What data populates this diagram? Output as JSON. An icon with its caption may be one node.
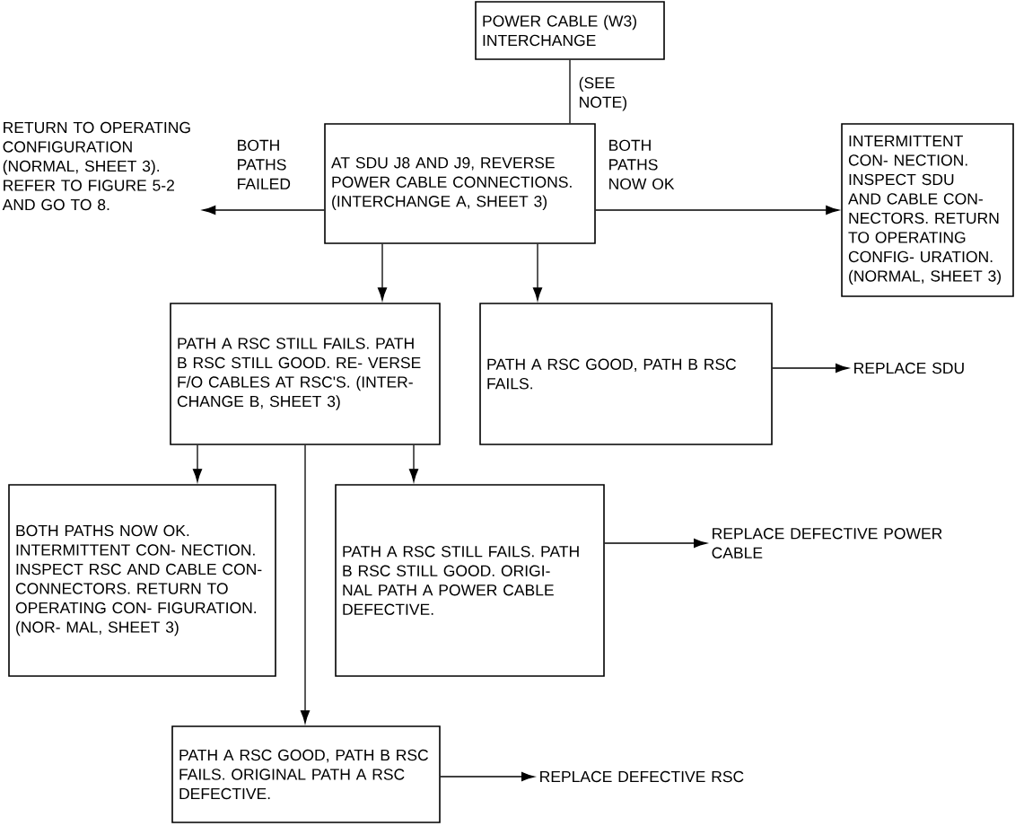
{
  "diagram": {
    "nodes": [
      {
        "text": [
          "POWER CABLE (W3) INTERCHANGE"
        ]
      },
      {
        "text": [
          "RETURN TO OPERATING CONFIGURATION (NORMAL, SHEET 3). REFER TO FIGURE 5-2 AND GO TO 8."
        ]
      },
      {
        "text": [
          "AT SDU J8 AND J9, REVERSE POWER CABLE CONNECTIONS. (INTERCHANGE A, SHEET 3)"
        ]
      },
      {
        "text": [
          "INTERMITTENT CON- NECTION. INSPECT SDU AND CABLE CON- NECTORS. RETURN TO OPERATING CONFIG- URATION. (NORMAL, SHEET 3)"
        ]
      },
      {
        "text": [
          "PATH A RSC STILL FAILS. PATH B RSC STILL GOOD. RE- VERSE F/O CABLES AT RSC'S. (INTER- CHANGE B, SHEET 3)"
        ]
      },
      {
        "text": [
          "PATH A RSC GOOD, PATH B RSC FAILS."
        ]
      },
      {
        "text": [
          "REPLACE SDU"
        ]
      },
      {
        "text": [
          "BOTH PATHS NOW OK. INTERMITTENT CON- NECTION. INSPECT RSC AND CABLE CON- CONNECTORS. RETURN TO OPERATING CON- FIGURATION. (NOR- MAL, SHEET 3)"
        ]
      },
      {
        "text": [
          "PATH A RSC STILL FAILS. PATH B RSC STILL GOOD. ORIGI- NAL PATH A POWER CABLE DEFECTIVE."
        ]
      },
      {
        "text": [
          "REPLACE DEFECTIVE POWER CABLE"
        ]
      },
      {
        "text": [
          "PATH A RSC GOOD, PATH B RSC FAILS. ORIGINAL PATH A RSC DEFECTIVE."
        ]
      },
      {
        "text": [
          "REPLACE DEFECTIVE RSC"
        ]
      }
    ],
    "edges": [
      {
        "from": 0,
        "to": 2,
        "arrow": "none",
        "label": "(SEE NOTE)"
      },
      {
        "from": 2,
        "to": 1,
        "arrow": "to",
        "label": "BOTH PATHS FAILED"
      },
      {
        "from": 2,
        "to": 3,
        "arrow": "to",
        "label": "BOTH PATHS NOW OK"
      },
      {
        "from": 2,
        "to": 4,
        "arrow": "to"
      },
      {
        "from": 2,
        "to": 5,
        "arrow": "to"
      },
      {
        "from": 5,
        "to": 6,
        "arrow": "to"
      },
      {
        "from": 4,
        "to": 7,
        "arrow": "to"
      },
      {
        "from": 4,
        "to": 10,
        "arrow": "to"
      },
      {
        "from": 4,
        "to": 8,
        "arrow": "to"
      },
      {
        "from": 8,
        "to": 9,
        "arrow": "to"
      },
      {
        "from": 10,
        "to": 11,
        "arrow": "to"
      }
    ]
  }
}
